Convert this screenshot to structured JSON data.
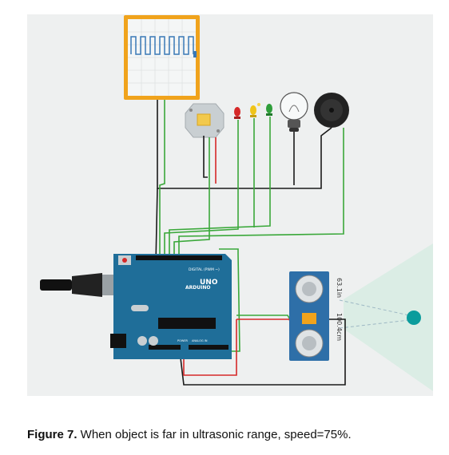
{
  "circuit": {
    "arduino": {
      "brand": "ARDUINO",
      "model": "UNO",
      "header_label": "DIGITAL (PWM ~)",
      "power_label": "POWER",
      "analog_label": "ANALOG IN"
    },
    "sensor": {
      "distance_label": "100.4cm",
      "inch_label": "63.1in"
    }
  },
  "caption": {
    "label": "Figure 7.",
    "text": " When object is far in ultrasonic range, speed=75%."
  },
  "colors": {
    "background": "#eef0f0",
    "oscilloscope_frame": "#f0a31c",
    "wire_green": "#3aa83a",
    "wire_red": "#d62828",
    "wire_black": "#1a1a1a",
    "arduino_blue": "#1f6e99",
    "sensor_blue": "#2e6fa8",
    "target": "#0b9c9c"
  }
}
